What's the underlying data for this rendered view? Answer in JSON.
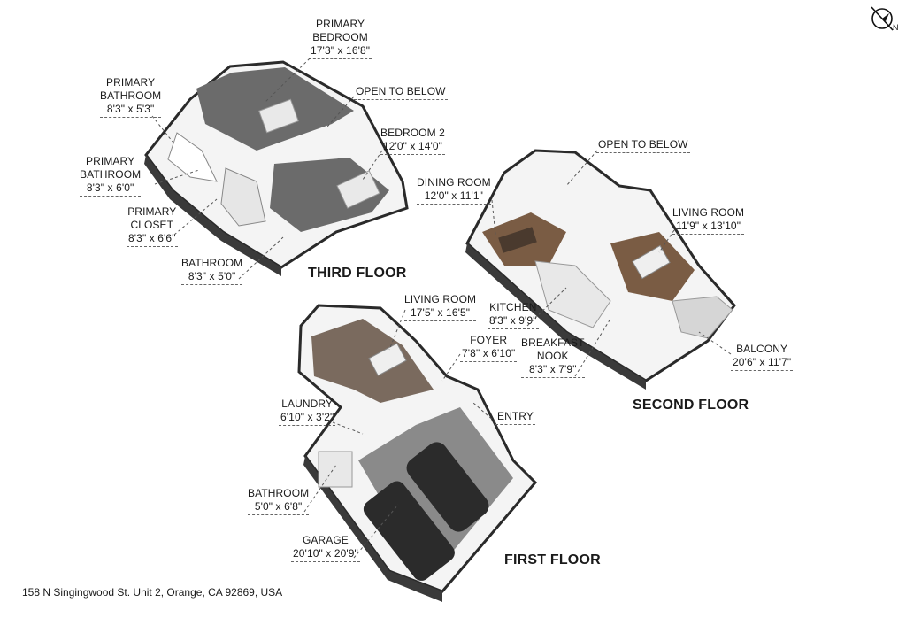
{
  "address": "158 N Singingwood St. Unit 2, Orange, CA 92869, USA",
  "compass": {
    "label": "N"
  },
  "floors": [
    {
      "id": "third",
      "title": "THIRD FLOOR"
    },
    {
      "id": "second",
      "title": "SECOND FLOOR"
    },
    {
      "id": "first",
      "title": "FIRST FLOOR"
    }
  ],
  "rooms": {
    "primary_bedroom": {
      "name": "PRIMARY BEDROOM",
      "name_lines": [
        "PRIMARY",
        "BEDROOM"
      ],
      "dim": "17'3\" x 16'8\""
    },
    "primary_bathroom_1": {
      "name_lines": [
        "PRIMARY",
        "BATHROOM"
      ],
      "dim": "8'3\" x 5'3\""
    },
    "primary_bathroom_2": {
      "name_lines": [
        "PRIMARY",
        "BATHROOM"
      ],
      "dim": "8'3\" x 6'0\""
    },
    "primary_closet": {
      "name_lines": [
        "PRIMARY",
        "CLOSET"
      ],
      "dim": "8'3\" x 6'6\""
    },
    "open_to_below_3": {
      "name": "OPEN TO BELOW"
    },
    "bedroom_2": {
      "name": "BEDROOM 2",
      "dim": "12'0\" x 14'0\""
    },
    "bathroom_3": {
      "name": "BATHROOM",
      "dim": "8'3\" x 5'0\""
    },
    "open_to_below_2": {
      "name": "OPEN TO BELOW"
    },
    "dining_room": {
      "name": "DINING ROOM",
      "dim": "12'0\" x 11'1\""
    },
    "living_room_2": {
      "name": "LIVING ROOM",
      "dim": "11'9\" x 13'10\""
    },
    "kitchen": {
      "name": "KITCHEN",
      "dim": "8'3\" x 9'9\""
    },
    "breakfast_nook": {
      "name_lines": [
        "BREAKFAST",
        "NOOK"
      ],
      "dim": "8'3\" x 7'9\""
    },
    "balcony": {
      "name": "BALCONY",
      "dim": "20'6\" x 11'7\""
    },
    "living_room_1": {
      "name": "LIVING ROOM",
      "dim": "17'5\" x 16'5\""
    },
    "foyer": {
      "name": "FOYER",
      "dim": "7'8\" x 6'10\""
    },
    "entry": {
      "name": "ENTRY"
    },
    "laundry": {
      "name": "LAUNDRY",
      "dim": "6'10\" x 3'2\""
    },
    "bathroom_1": {
      "name": "BATHROOM",
      "dim": "5'0\" x 6'8\""
    },
    "garage": {
      "name": "GARAGE",
      "dim": "20'10\" x 20'9\""
    }
  },
  "colors": {
    "floor_gray": "#6b6b6b",
    "wood": "#7a5c44",
    "wall": "#f2f2f2",
    "wall_shade": "#cfcfcf",
    "outline": "#2a2a2a",
    "garage_floor": "#8a8a8a",
    "car": "#2b2b2b"
  }
}
